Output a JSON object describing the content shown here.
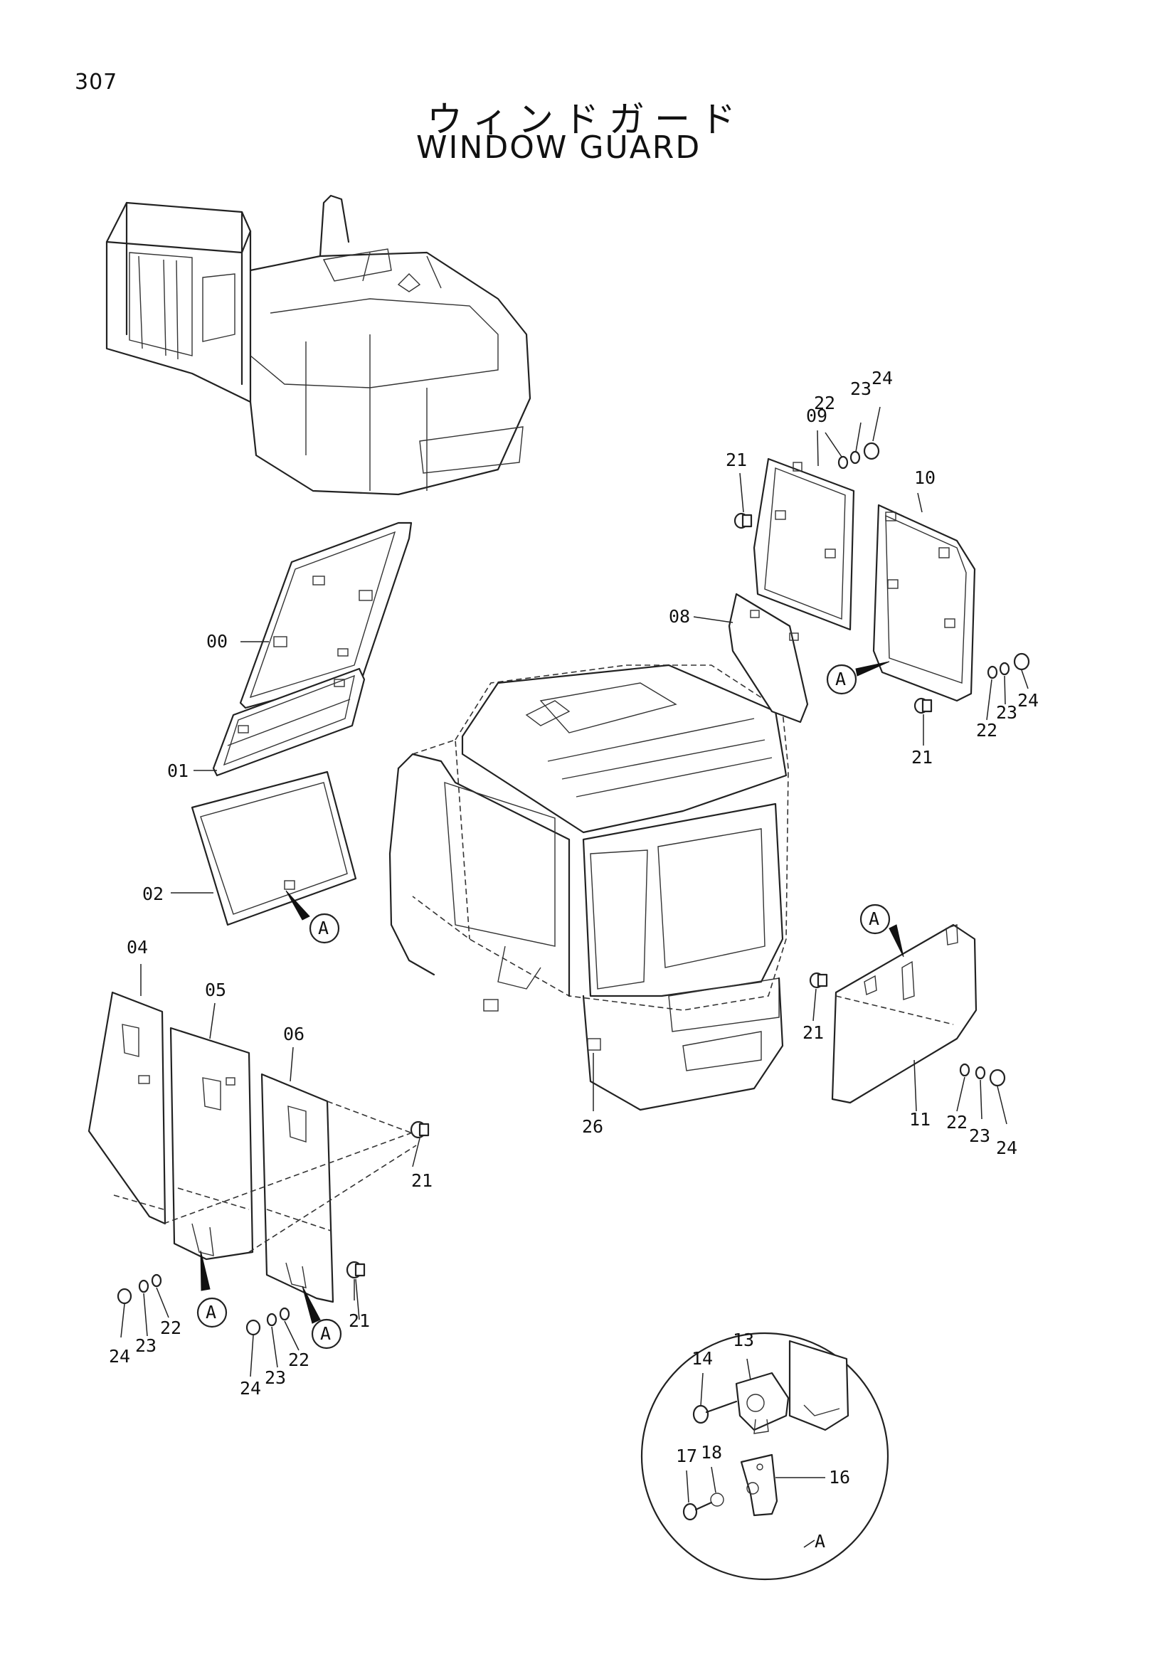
{
  "page_number": "307",
  "title_jp": "ウィンドガード",
  "title_en": "WINDOW GUARD",
  "callouts": {
    "c00": "00",
    "c01": "01",
    "c02": "02",
    "c04": "04",
    "c05": "05",
    "c06": "06",
    "c08": "08",
    "c09": "09",
    "c10": "10",
    "c11": "11",
    "c13": "13",
    "c14": "14",
    "c16": "16",
    "c17": "17",
    "c18": "18",
    "c21": "21",
    "c22": "22",
    "c23": "23",
    "c24": "24",
    "c26": "26"
  },
  "detail_marker": "A"
}
